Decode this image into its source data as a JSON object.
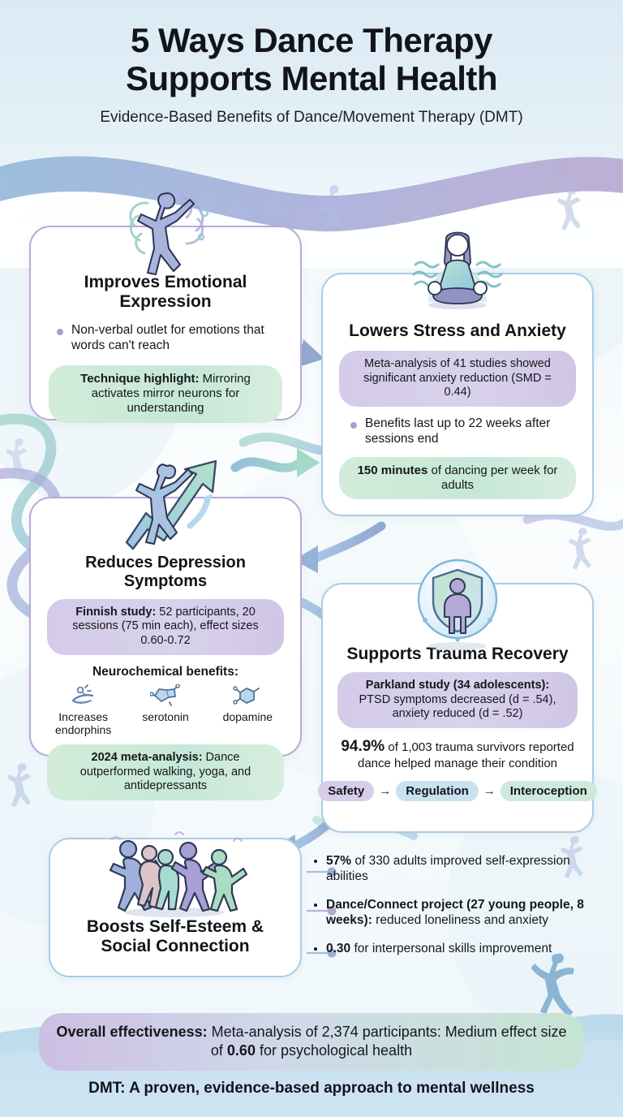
{
  "header": {
    "title_line1": "5 Ways Dance Therapy",
    "title_line2": "Supports Mental Health",
    "subtitle": "Evidence-Based Benefits of Dance/Movement Therapy (DMT)"
  },
  "cards": [
    {
      "id": "card1",
      "icon": "dancer-swirl-icon",
      "title": "Improves Emotional Expression",
      "bullets": [
        "Non-verbal outlet for emotions that words can't reach"
      ],
      "highlight_label": "Technique highlight:",
      "highlight_text": " Mirroring activates mirror neurons for understanding"
    },
    {
      "id": "card2",
      "icon": "meditation-icon",
      "title": "Lowers Stress and Anxiety",
      "stat_pill": "Meta-analysis of 41 studies showed significant anxiety reduction (SMD = 0.44)",
      "bullets": [
        "Benefits last up to 22 weeks after sessions end"
      ],
      "green_bold": "150 minutes",
      "green_rest": " of dancing per week for adults"
    },
    {
      "id": "card3",
      "icon": "dancer-upward-arrow-icon",
      "title": "Reduces Depression Symptoms",
      "purple_bold": "Finnish study:",
      "purple_rest": " 52 participants, 20 sessions (75 min each), effect sizes 0.60-0.72",
      "neuro_heading": "Neurochemical benefits:",
      "neuro_items": [
        {
          "label": "Increases endorphins",
          "icon": "hand-sparkle-icon"
        },
        {
          "label": "serotonin",
          "icon": "serotonin-molecule-icon"
        },
        {
          "label": "dopamine",
          "icon": "dopamine-molecule-icon"
        }
      ],
      "green_bold": "2024 meta-analysis:",
      "green_rest": " Dance outperformed walking, yoga, and antidepressants"
    },
    {
      "id": "card4",
      "icon": "shield-person-icon",
      "title": "Supports Trauma Recovery",
      "purple_bold": "Parkland study (34 adolescents):",
      "purple_rest": " PTSD symptoms decreased (d = .54), anxiety reduced (d = .52)",
      "stat_big": "94.9%",
      "stat_rest": " of 1,003 trauma survivors reported dance helped manage their condition",
      "chain": [
        "Safety",
        "Regulation",
        "Interoception"
      ],
      "chain_arrow": "→"
    },
    {
      "id": "card5",
      "icon": "group-dancers-icon",
      "title": "Boosts Self-Esteem & Social Connection"
    }
  ],
  "side_list": [
    {
      "bold": "57%",
      "rest": " of 330 adults improved self-expression abilities"
    },
    {
      "bold": "Dance/Connect project (27 young people, 8 weeks):",
      "rest": " reduced loneliness and anxiety"
    },
    {
      "bold": "0.30",
      "rest": " for interpersonal skills improvement"
    }
  ],
  "footer": {
    "pill_bold": "Overall effectiveness:",
    "pill_mid": " Meta-analysis of 2,374 participants: Medium effect size of ",
    "pill_bold2": "0.60",
    "pill_end": " for psychological health",
    "tagline": "DMT: A proven, evidence-based approach to mental wellness"
  },
  "colors": {
    "page_bg": "#eef6fb",
    "card_border_purple": "#b9a9d6",
    "card_border_blue": "#a9cce4",
    "pill_green": "#cfe9da",
    "pill_purple": "#d3cbe8",
    "bullet_dot": "#9aa8cf",
    "text": "#12141a"
  }
}
